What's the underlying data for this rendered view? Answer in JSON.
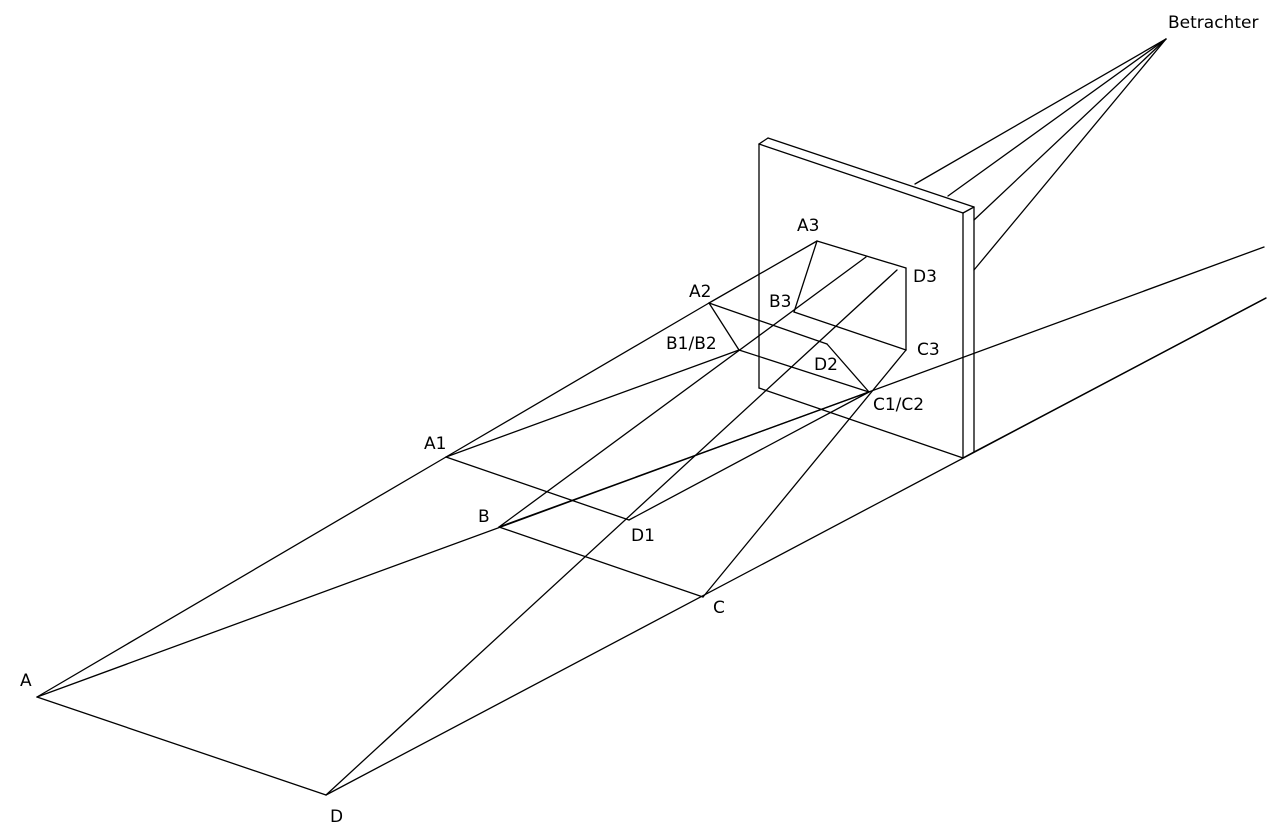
{
  "colors": {
    "ink": "#000000",
    "background": "#ffffff"
  },
  "labels": {
    "observer": "Betrachter",
    "a": "A",
    "b": "B",
    "c": "C",
    "d": "D",
    "a1": "A1",
    "d1": "D1",
    "a2": "A2",
    "b1b2": "B1/B2",
    "d2": "D2",
    "c1c2": "C1/C2",
    "a3": "A3",
    "b3": "B3",
    "c3": "C3",
    "d3": "D3"
  }
}
